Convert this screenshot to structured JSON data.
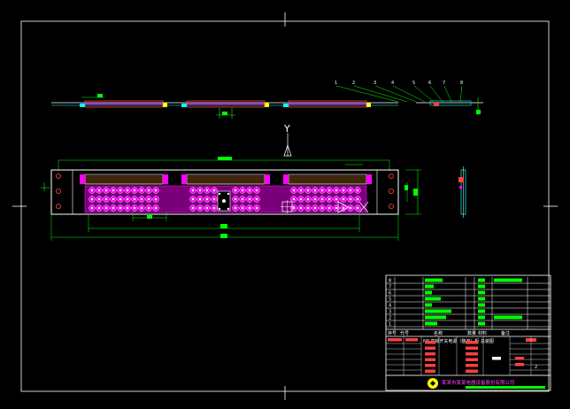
{
  "drawing": {
    "axis_label": "Y",
    "balloon_numbers": [
      "1",
      "2",
      "3",
      "4",
      "5",
      "6",
      "7",
      "8"
    ]
  },
  "title_block": {
    "title": "NP 高频开关电源（整流）柜 总装图",
    "company": "某某市某某电器设备股份有限公司",
    "header_cells": [
      "序号",
      "代号",
      "名称",
      "数量",
      "材料",
      "备注"
    ],
    "row_numbers": [
      "8",
      "7",
      "6",
      "5",
      "4",
      "3",
      "2",
      "1"
    ],
    "scale_hint": "2"
  },
  "colors": {
    "background": "#000000",
    "frame": "#ffffff",
    "part": "#ff00ff",
    "dimension": "#00ff00",
    "hatch": "#ff4040",
    "accent": "#00ffff",
    "highlight": "#ffff00"
  }
}
